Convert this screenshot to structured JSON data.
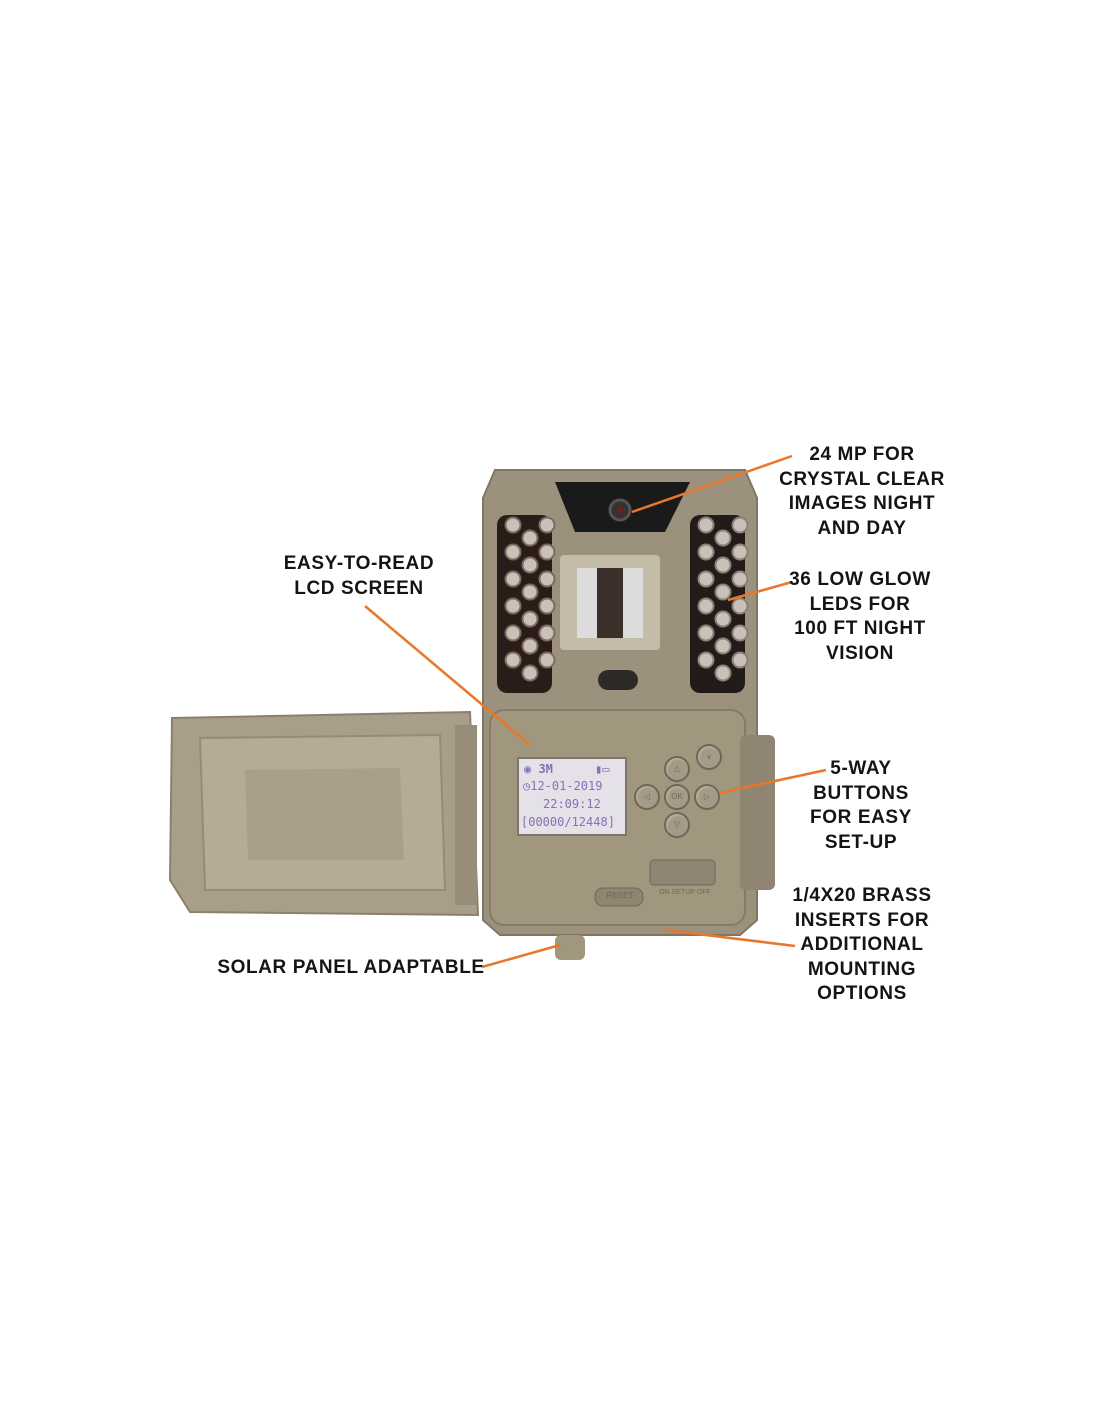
{
  "callouts": {
    "megapixels": [
      "24 MP FOR",
      "CRYSTAL CLEAR",
      "IMAGES NIGHT",
      "AND DAY"
    ],
    "lcd": [
      "EASY-TO-READ",
      "LCD SCREEN"
    ],
    "leds": [
      "36 LOW GLOW",
      "LEDS FOR",
      "100 FT NIGHT",
      "VISION"
    ],
    "buttons": [
      "5-WAY",
      "BUTTONS",
      "FOR EASY",
      "SET-UP"
    ],
    "inserts": [
      "1/4X20 BRASS",
      "INSERTS FOR",
      "ADDITIONAL",
      "MOUNTING",
      "OPTIONS"
    ],
    "solar": [
      "SOLAR PANEL ADAPTABLE"
    ]
  },
  "lcd_screen": {
    "mode": "3M",
    "date": "12-01-2019",
    "time": "22:09:12",
    "counter": "[00000/12448]"
  },
  "camera_buttons": {
    "ok": "OK",
    "reset": "RESET",
    "switch": "ON SETUP OFF"
  },
  "led_count": 36,
  "colors": {
    "callout_line": "#e8772a",
    "body": "#9b917d",
    "lcd_text": "#8a6fb5"
  }
}
